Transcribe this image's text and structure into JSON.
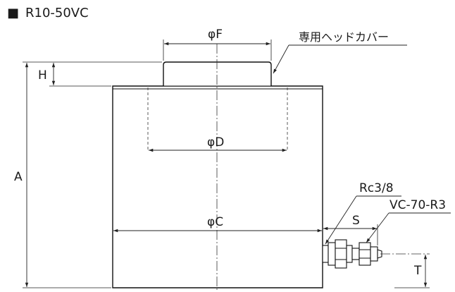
{
  "title": {
    "square": "■",
    "model": "R10-50VC"
  },
  "labels": {
    "head_cover": "専用ヘッドカバー",
    "phi_f": "φF",
    "phi_d": "φD",
    "phi_c": "φC",
    "h": "H",
    "a": "A",
    "port": "Rc3/8",
    "coupler": "VC-70-R3",
    "s": "S",
    "t": "T"
  }
}
